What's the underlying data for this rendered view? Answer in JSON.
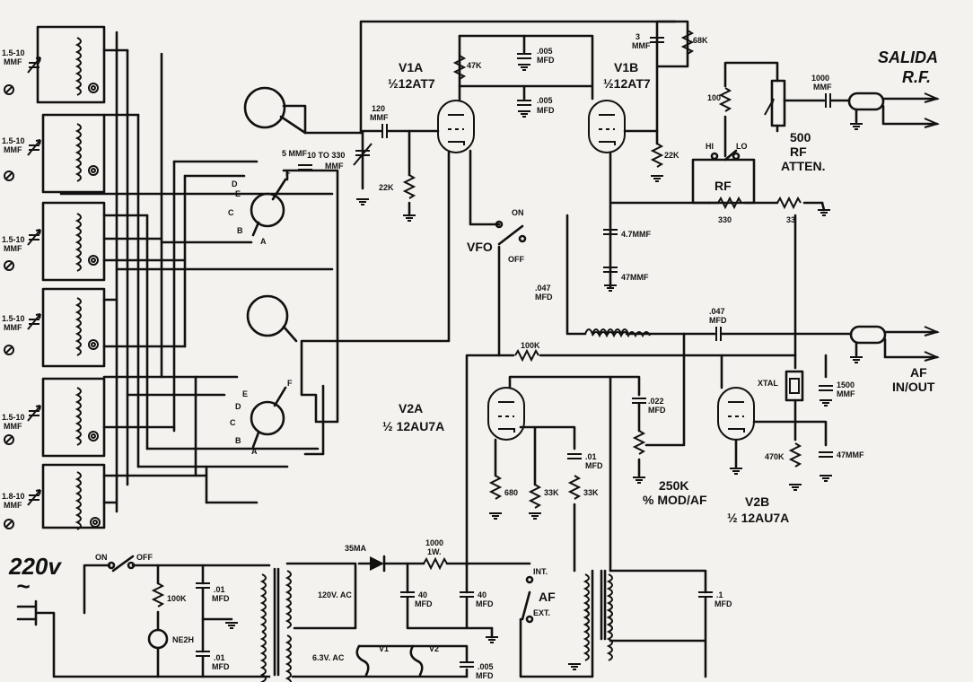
{
  "header": {
    "salida": "SALIDA",
    "rf_out": "R.F."
  },
  "tubes": {
    "v1a": "V1A",
    "v1a_type": "½12AT7",
    "v1b": "V1B",
    "v1b_type": "½12AT7",
    "v2a": "V2A",
    "v2a_type": "½ 12AU7A",
    "v2b": "V2B",
    "v2b_type": "½ 12AU7A"
  },
  "coils": {
    "trimmer_top": "1.5-10",
    "trimmer_last": "1.8-10",
    "unit": "MMF"
  },
  "switch_labels": {
    "a": "A",
    "b": "B",
    "c": "C",
    "d": "D",
    "e": "E",
    "f": "F"
  },
  "components": {
    "c5": "5 MMF",
    "c_var1": "10 TO 330",
    "c_var2": "MMF",
    "c120a": "120",
    "c120b": "MMF",
    "r22k_grid": "22K",
    "r47k": "47K",
    "c005a1": ".005",
    "c005a2": "MFD",
    "c005b1": ".005",
    "c005b2": "MFD",
    "c3a": "3",
    "c3b": "MMF",
    "r68k": "68K",
    "r22k_cat": "22K",
    "c47mmf_a": "4.7MMF",
    "c47mmf_b": "47MMF",
    "c047a1": ".047",
    "c047a2": "MFD",
    "c047b1": ".047",
    "c047b2": "MFD",
    "r100k": "100K",
    "r100": "100",
    "r330": "330",
    "r33": "33",
    "hi": "HI",
    "lo": "LO",
    "rf_sw": "RF",
    "c1000a": "1000",
    "c1000b": "MMF",
    "atten1": "500",
    "atten2": "RF",
    "atten3": "ATTEN.",
    "on": "ON",
    "off": "OFF",
    "vfo": "VFO",
    "c022a": ".022",
    "c022b": "MFD",
    "pot250": "250K",
    "pot_label": "% MOD/AF",
    "c01a": ".01",
    "c01b": "MFD",
    "r680": "680",
    "r33k1": "33K",
    "r33k2": "33K",
    "xtal": "XTAL",
    "c1500a": "1500",
    "c1500b": "MMF",
    "r470k": "470K",
    "c47mmf_c": "47MMF",
    "af_inout1": "AF",
    "af_inout2": "IN/OUT"
  },
  "power": {
    "mains": "220v",
    "tilde": "~",
    "on": "ON",
    "off": "OFF",
    "r100k": "100K",
    "ne2h": "NE2H",
    "c01a1": ".01",
    "c01a2": "MFD",
    "c01b1": ".01",
    "c01b2": "MFD",
    "v120": "120V. AC",
    "v63": "6.3V. AC",
    "diode": "35MA",
    "r1000a": "1000",
    "r1000b": "1W.",
    "c40a1": "40",
    "c40a2": "MFD",
    "c40b1": "40",
    "c40b2": "MFD",
    "c005c1": ".005",
    "c005c2": "MFD",
    "v1": "V1",
    "v2": "V2",
    "int": "INT.",
    "af": "AF",
    "ext": "EXT.",
    "c1a": ".1",
    "c1b": "MFD"
  }
}
